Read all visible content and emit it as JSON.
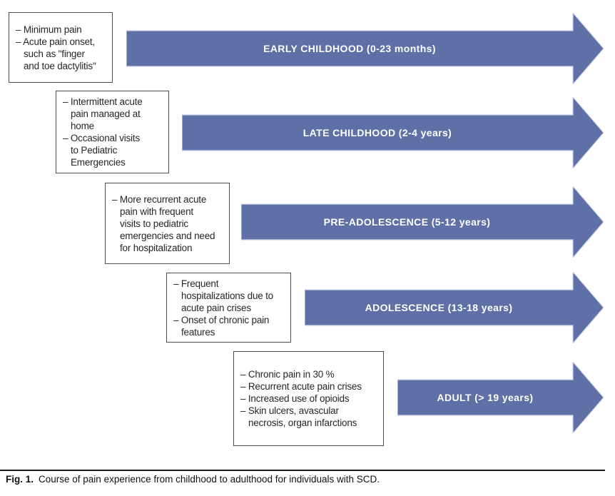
{
  "colors": {
    "arrow": "#5e70a6",
    "arrow_outline": "#ccd3e8",
    "arrow_label": "#ffffff",
    "box_border": "#4d4d4d",
    "box_text": "#262626",
    "caption_text": "#111111",
    "rule": "#1a1a1a"
  },
  "stages": [
    {
      "arrow_label": "EARLY CHILDHOOD (0-23 months)",
      "box_lines": [
        "– Minimum pain",
        "– Acute pain onset,",
        "such as \"finger",
        "and toe dactylitis\""
      ]
    },
    {
      "arrow_label": "LATE CHILDHOOD (2-4 years)",
      "box_lines": [
        "– Intermittent acute",
        "pain managed at",
        "home",
        "– Occasional visits",
        "to Pediatric",
        "Emergencies"
      ]
    },
    {
      "arrow_label": "PRE-ADOLESCENCE (5-12 years)",
      "box_lines": [
        "– More recurrent acute",
        "pain with frequent",
        "visits to pediatric",
        "emergencies and need",
        "for hospitalization"
      ]
    },
    {
      "arrow_label": "ADOLESCENCE (13-18 years)",
      "box_lines": [
        "– Frequent",
        "hospitalizations due to",
        "acute pain crises",
        "– Onset of chronic pain",
        "features"
      ]
    },
    {
      "arrow_label": "ADULT (> 19 years)",
      "box_lines": [
        "– Chronic pain in 30 %",
        "– Recurrent acute pain crises",
        "– Increased use of opioids",
        "– Skin ulcers, avascular",
        "necrosis, organ infarctions"
      ]
    }
  ],
  "caption": {
    "label": "Fig. 1.",
    "text": "Course of pain experience from childhood to adulthood for individuals with SCD."
  }
}
